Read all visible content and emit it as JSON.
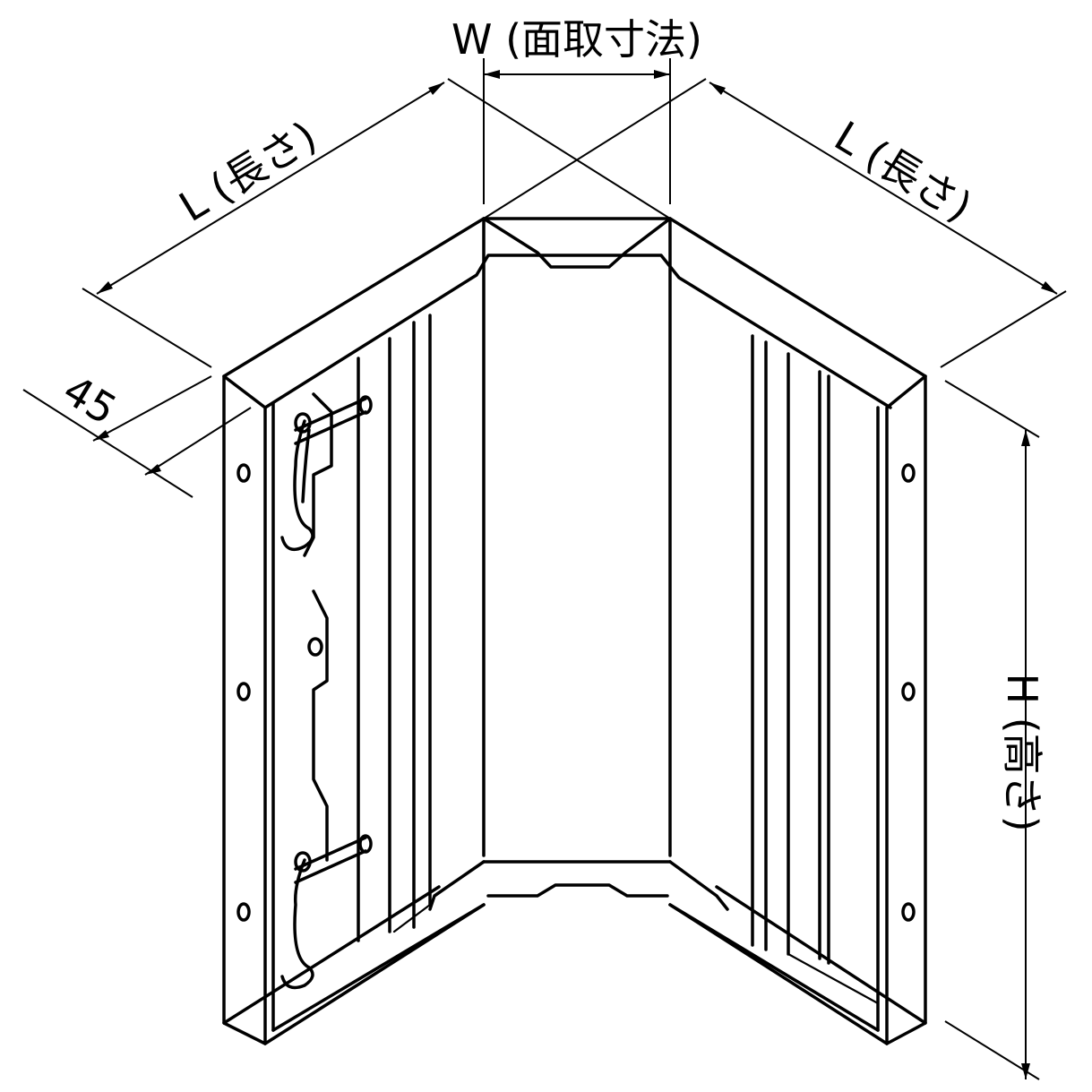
{
  "dimensions": {
    "width_label": "W (面取寸法)",
    "length_left_label": "L (長さ)",
    "length_right_label": "L (長さ)",
    "thickness_label": "45",
    "height_label": "H (高さ)"
  }
}
